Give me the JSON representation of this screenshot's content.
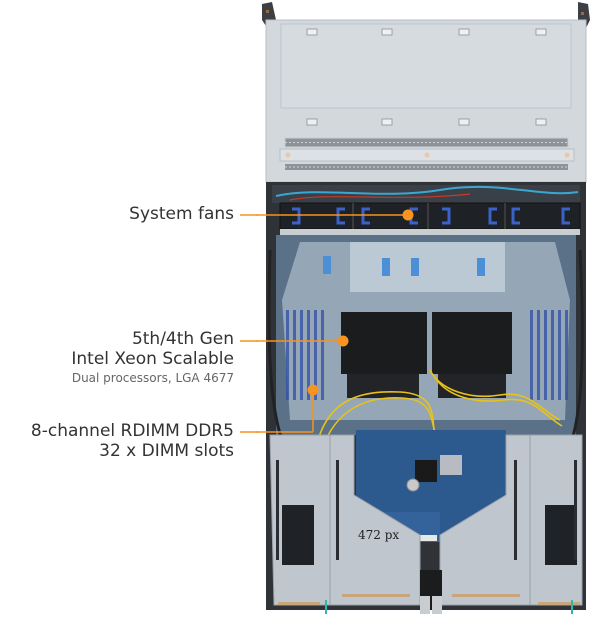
{
  "diagram": {
    "subject": "2U dual-socket server top view",
    "accent_color": "#f7931e",
    "callouts": [
      {
        "id": "fans",
        "lines": [
          "System fans"
        ],
        "sub": ""
      },
      {
        "id": "cpu",
        "lines": [
          "5th/4th Gen",
          "Intel Xeon Scalable"
        ],
        "sub": "Dual processors, LGA 4677"
      },
      {
        "id": "memory",
        "lines": [
          "8-channel RDIMM DDR5",
          "32 x DIMM slots"
        ],
        "sub": ""
      }
    ],
    "overlay_note": "472 px"
  }
}
